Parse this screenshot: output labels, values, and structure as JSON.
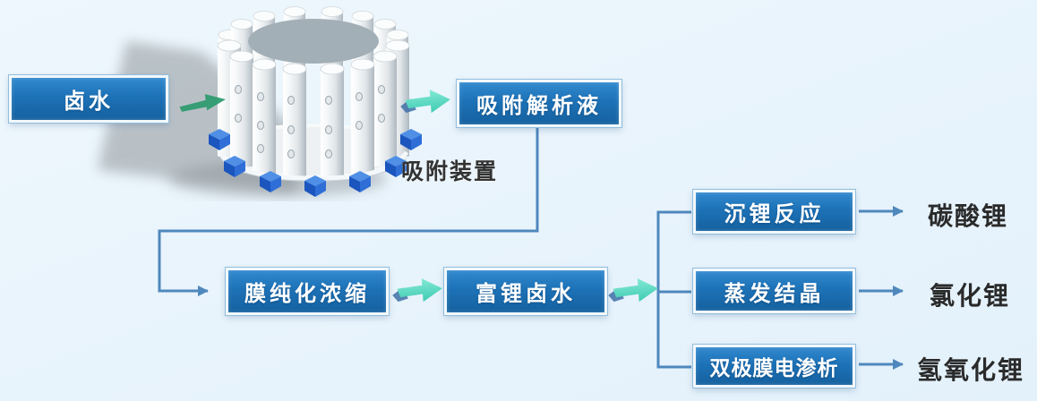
{
  "diagram_type": "process-flowchart",
  "device": {
    "label": "吸附装置"
  },
  "nodes": {
    "brine": {
      "label": "卤水"
    },
    "desorption_liquid": {
      "label": "吸附解析液"
    },
    "membrane_concentration": {
      "label": "膜纯化浓缩"
    },
    "li_rich_brine": {
      "label": "富锂卤水"
    },
    "li_precipitation": {
      "label": "沉锂反应"
    },
    "evaporation_crystallization": {
      "label": "蒸发结晶"
    },
    "bipolar_electrodialysis": {
      "label": "双极膜电渗析"
    }
  },
  "products": {
    "lithium_carbonate": {
      "label": "碳酸锂"
    },
    "lithium_chloride": {
      "label": "氯化锂"
    },
    "lithium_hydroxide": {
      "label": "氢氧化锂"
    }
  },
  "edges": [
    {
      "from": "卤水",
      "to": "吸附装置"
    },
    {
      "from": "吸附装置",
      "to": "吸附解析液"
    },
    {
      "from": "吸附解析液",
      "to": "膜纯化浓缩"
    },
    {
      "from": "膜纯化浓缩",
      "to": "富锂卤水"
    },
    {
      "from": "富锂卤水",
      "to": "沉锂反应"
    },
    {
      "from": "富锂卤水",
      "to": "蒸发结晶"
    },
    {
      "from": "富锂卤水",
      "to": "双极膜电渗析"
    },
    {
      "from": "沉锂反应",
      "to": "碳酸锂"
    },
    {
      "from": "蒸发结晶",
      "to": "氯化锂"
    },
    {
      "from": "双极膜电渗析",
      "to": "氢氧化锂"
    }
  ],
  "colors": {
    "node_fill": "#1d72b7",
    "node_border": "#f2f8fc",
    "teal_arrow": "#56d7c0",
    "green_arrow": "#2a9a6e",
    "connector_line": "#4f88bd",
    "background": "#e9f4fc",
    "dark_text": "#2a2a2a"
  }
}
